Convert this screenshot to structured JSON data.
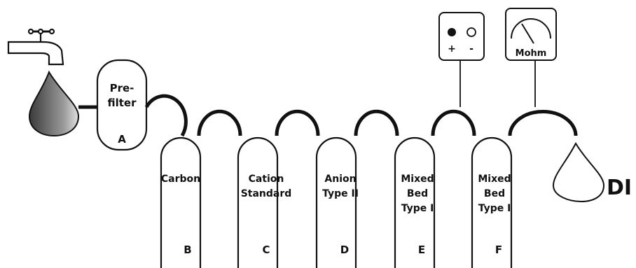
{
  "prefilter": {
    "line1": "Pre-",
    "line2": "filter",
    "letter": "A"
  },
  "tanks": [
    {
      "lines": [
        "Carbon"
      ],
      "letter": "B"
    },
    {
      "lines": [
        "Cation",
        "Standard"
      ],
      "letter": "C"
    },
    {
      "lines": [
        "Anion",
        "Type II"
      ],
      "letter": "D"
    },
    {
      "lines": [
        "Mixed",
        "Bed",
        "Type I"
      ],
      "letter": "E"
    },
    {
      "lines": [
        "Mixed",
        "Bed",
        "Type I"
      ],
      "letter": "F"
    }
  ],
  "indicator": {
    "plus": "+",
    "minus": "-"
  },
  "meter": {
    "label": "Mohm"
  },
  "output": {
    "label": "DI"
  },
  "icons": {
    "faucet": "faucet-icon",
    "input_drop": "water-drop-icon",
    "output_drop": "water-drop-icon"
  },
  "colors": {
    "ink": "#111111",
    "paper": "#ffffff",
    "drop_dark": "#3a3a3a",
    "drop_light": "#d8d8d8"
  }
}
